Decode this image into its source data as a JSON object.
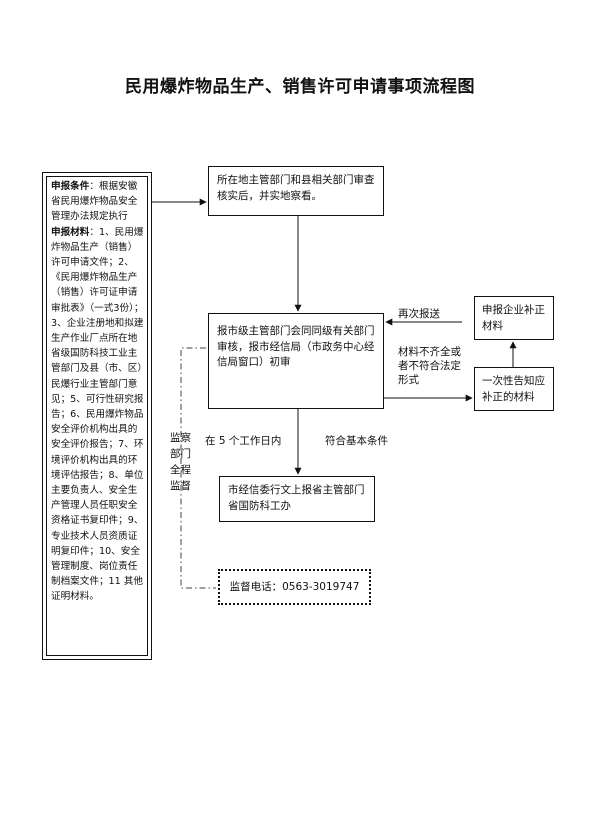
{
  "title": "民用爆炸物品生产、销售许可申请事项流程图",
  "conditions": {
    "heading1": "申报条件",
    "text1": "：根据安徽省民用爆炸物品安全管理办法规定执行",
    "heading2": "申报材料",
    "text2": "：1、民用爆炸物品生产（销售）许可申请文件；2、《民用爆炸物品生产（销售）许可证申请审批表》（一式3份）；3、企业注册地和拟建生产作业厂点所在地省级国防科技工业主管部门及县（市、区）民爆行业主管部门意见；5、可行性研究报告；6、民用爆炸物品安全评价机构出具的安全评价报告；7、环境评价机构出具的环境评估报告；8、单位主要负责人、安全生产管理人员任职安全资格证书复印件；9、专业技术人员资质证明复印件；10、安全管理制度、岗位责任制档案文件；11 其他证明材料。"
  },
  "boxes": {
    "review_local": "所在地主管部门和县相关部门审查核实后，并实地察看。",
    "initial_review": "报市级主管部门会同同级有关部门审核，报市经信局（市政务中心经信局窗口）初审",
    "report_province": "市经信委行文上报省主管部门省国防科工办",
    "supplement": "申报企业补正材料",
    "notify": "一次性告知应补正的材料",
    "hotline": "监督电话：0563-3019747"
  },
  "labels": {
    "resend": "再次报送",
    "incomplete": "材料不齐全或者不符合法定形式",
    "within_days": "在 5 个工作日内",
    "meets": "符合基本条件",
    "supervision": "监察部门全程监督"
  }
}
